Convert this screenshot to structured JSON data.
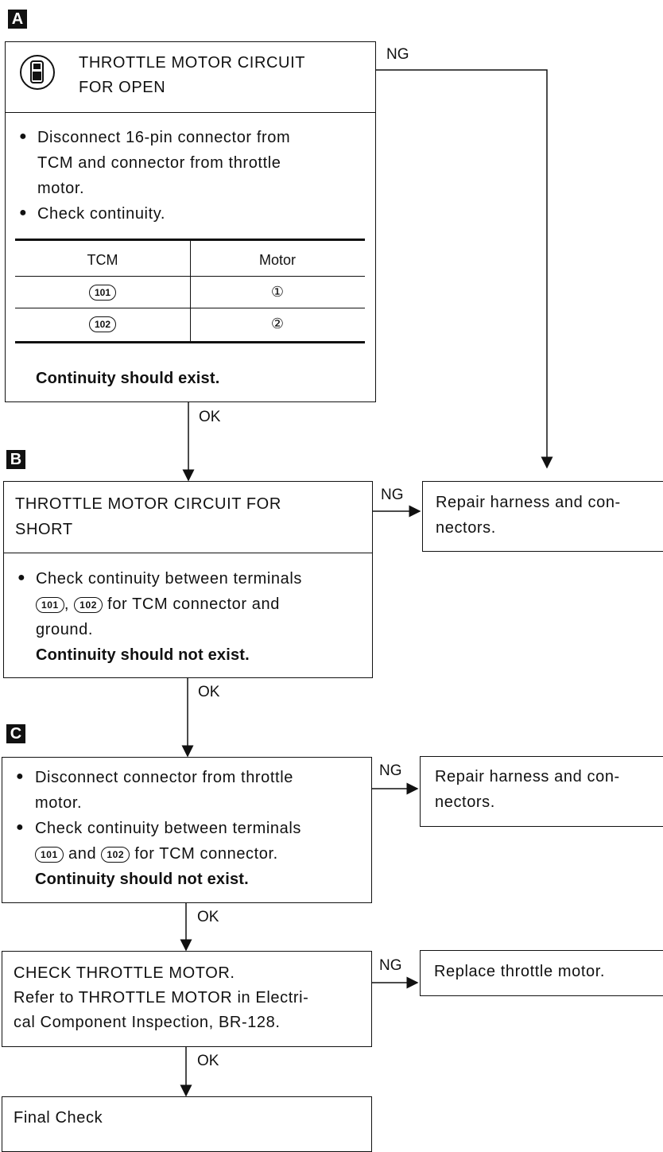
{
  "sections": {
    "a": {
      "letter": "A",
      "title_line1": "THROTTLE MOTOR CIRCUIT",
      "title_line2": "FOR OPEN",
      "steps": [
        [
          "Disconnect 16-pin connector from",
          "TCM and connector from throttle",
          "motor."
        ],
        [
          "Check continuity."
        ]
      ],
      "table": {
        "headers": [
          "TCM",
          "Motor"
        ],
        "rows": [
          {
            "tcm": "101",
            "motor": "①"
          },
          {
            "tcm": "102",
            "motor": "②"
          }
        ]
      },
      "result": "Continuity should exist.",
      "ng": "NG",
      "ok": "OK"
    },
    "b": {
      "letter": "B",
      "title_line1": "THROTTLE MOTOR CIRCUIT FOR",
      "title_line2": "SHORT",
      "step_line1": "Check continuity between terminals",
      "t1": "101",
      "t2": "102",
      "step_line2_sep": ",",
      "step_line2_rest": "for TCM connector and",
      "step_line3": "ground.",
      "result": "Continuity should not exist.",
      "ng": "NG",
      "ok": "OK",
      "repair_line1": "Repair harness and con-",
      "repair_line2": "nectors."
    },
    "c": {
      "letter": "C",
      "step1_line1": "Disconnect connector from throttle",
      "step1_line2": "motor.",
      "step2_line1": "Check continuity between terminals",
      "t1": "101",
      "and": "and",
      "t2": "102",
      "step2_line2_rest": "for TCM connector.",
      "result": "Continuity should not exist.",
      "ng": "NG",
      "ok": "OK",
      "repair_line1": "Repair harness and con-",
      "repair_line2": "nectors."
    },
    "d": {
      "line1": "CHECK THROTTLE MOTOR.",
      "line2": "Refer to THROTTLE MOTOR in Electri-",
      "line3": "cal Component Inspection, BR-128.",
      "ng": "NG",
      "ok": "OK",
      "replace": "Replace throttle motor."
    },
    "final": {
      "label": "Final Check"
    }
  }
}
